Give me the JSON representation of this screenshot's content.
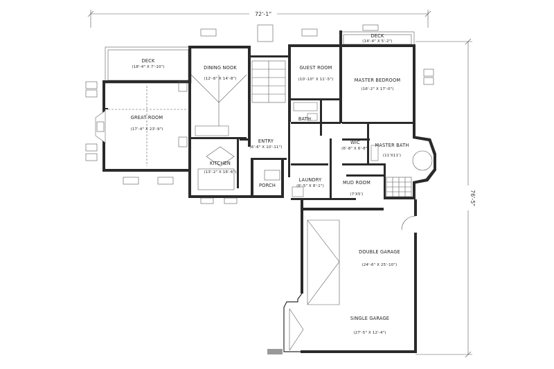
{
  "dimensions": {
    "width": "72'-1\"",
    "depth": "76'-5\""
  },
  "rooms": {
    "deck_left": {
      "name": "DECK",
      "size": "(18'-4\" X 7'-10\")"
    },
    "dining_nook": {
      "name": "DINING NOOK",
      "size": "(12'-8\" X 14'-8\")"
    },
    "guest_room": {
      "name": "GUEST ROOM",
      "size": "(10'-10\" X 11'-5\")"
    },
    "deck_right": {
      "name": "DECK",
      "size": "(14'-4\" X 5'-2\")"
    },
    "master_bedroom": {
      "name": "MASTER BEDROOM",
      "size": "(16'-2\" X 17'-0\")"
    },
    "great_room": {
      "name": "GREAT ROOM",
      "size": "(17'-4\" X 23'-9\")"
    },
    "bath": {
      "name": "BATH"
    },
    "entry": {
      "name": "ENTRY",
      "size": "(6'-6\" X 10'-11\")"
    },
    "wic": {
      "name": "WIC",
      "size": "(6'-8\" X 6'-8\")"
    },
    "master_bath": {
      "name": "MASTER BATH",
      "size": "(11'X11')"
    },
    "kitchen": {
      "name": "KITCHEN",
      "size": "(13'-2\" X 16'-6\")"
    },
    "laundry": {
      "name": "LAUNDRY",
      "size": "(6'-5\" X 8'-1\")"
    },
    "mud_room": {
      "name": "MUD ROOM",
      "size": "(7'X5')"
    },
    "porch": {
      "name": "PORCH"
    },
    "double_garage": {
      "name": "DOUBLE GARAGE",
      "size": "(24'-6\" X 25'-10\")"
    },
    "single_garage": {
      "name": "SINGLE GARAGE",
      "size": "(27'-5\" X 12'-4\")"
    }
  }
}
